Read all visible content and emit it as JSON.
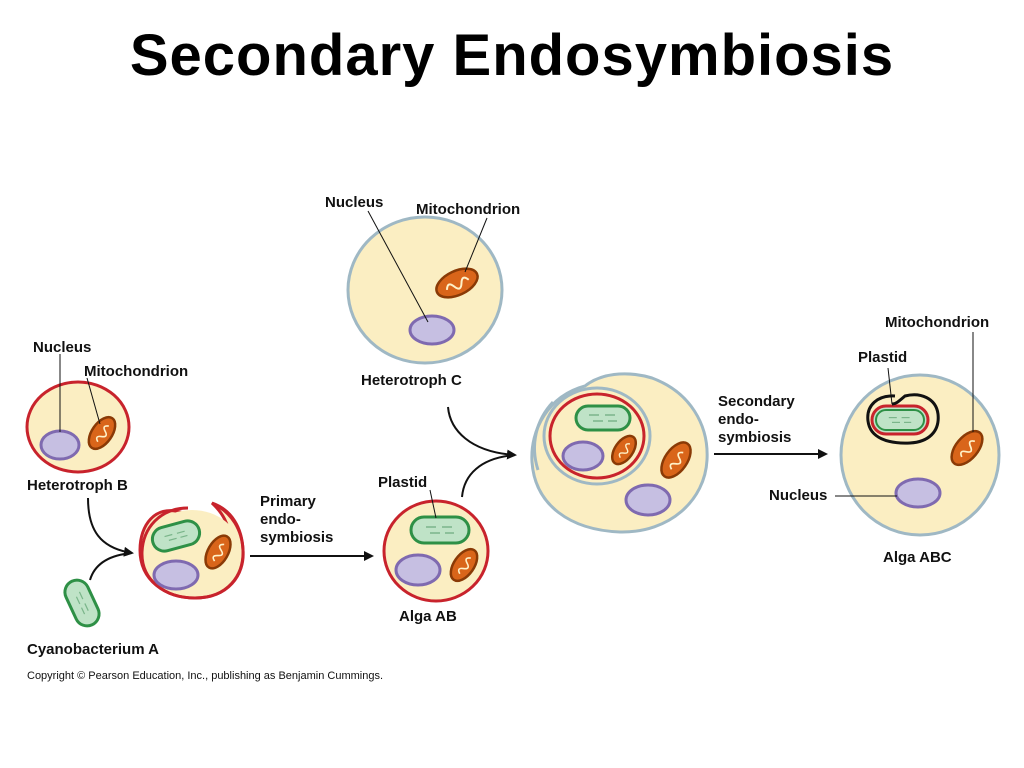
{
  "title": "Secondary Endosymbiosis",
  "labels": {
    "heterotroph_c_nucleus": "Nucleus",
    "heterotroph_c_mito": "Mitochondrion",
    "heterotroph_c": "Heterotroph C",
    "heterotroph_b_nucleus": "Nucleus",
    "heterotroph_b_mito": "Mitochondrion",
    "heterotroph_b": "Heterotroph B",
    "cyanobacterium": "Cyanobacterium A",
    "primary_line1": "Primary",
    "primary_line2": "endo-",
    "primary_line3": "symbiosis",
    "alga_ab_plastid": "Plastid",
    "alga_ab": "Alga AB",
    "secondary_line1": "Secondary",
    "secondary_line2": "endo-",
    "secondary_line3": "symbiosis",
    "alga_abc_mito": "Mitochondrion",
    "alga_abc_plastid": "Plastid",
    "alga_abc_nucleus": "Nucleus",
    "alga_abc": "Alga ABC"
  },
  "copyright": "Copyright © Pearson Education, Inc., publishing as Benjamin Cummings.",
  "colors": {
    "cytoplasm": "#fbeec2",
    "outer_membrane": "#9fb8c4",
    "host_membrane": "#c8232c",
    "nucleus_fill": "#c6bfe2",
    "nucleus_stroke": "#7f6ab0",
    "plastid_fill": "#bfe3c7",
    "plastid_stroke": "#2e9046",
    "mito_fill": "#d9651a",
    "mito_stroke": "#8a3a06"
  }
}
